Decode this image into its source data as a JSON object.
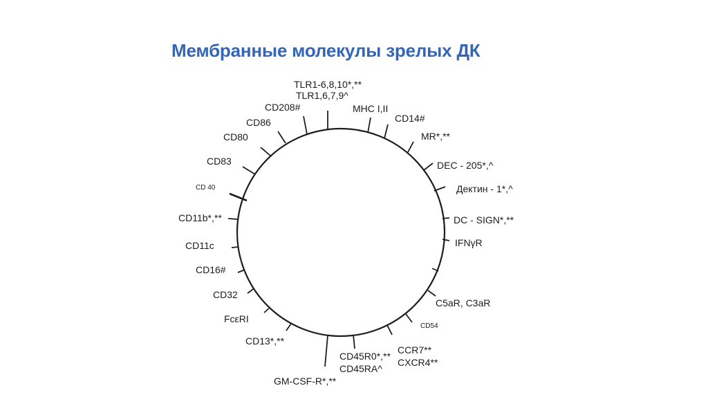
{
  "slide": {
    "title": "Мембранные молекулы зрелых ДК"
  },
  "diagram": {
    "molecules": [
      "TLR1-6,8,10*,**",
      "TLR1,6,7,9^",
      "MHC I,II",
      "CD14#",
      "MR*,**",
      "DEC - 205*,^",
      "Дектин - 1*,^",
      "DC - SIGN*,**",
      "IFNγR",
      "C5aR, C3aR",
      "CD54",
      "CCR7**",
      "CXCR4**",
      "CD45R0*,**",
      "CD45RA^",
      "GM-CSF-R*,**",
      "CD13*,**",
      "FcεRI",
      "CD32",
      "CD16#",
      "CD11c",
      "CD11b*,**",
      "CD 40",
      "CD83",
      "CD80",
      "CD86",
      "CD208#"
    ]
  }
}
